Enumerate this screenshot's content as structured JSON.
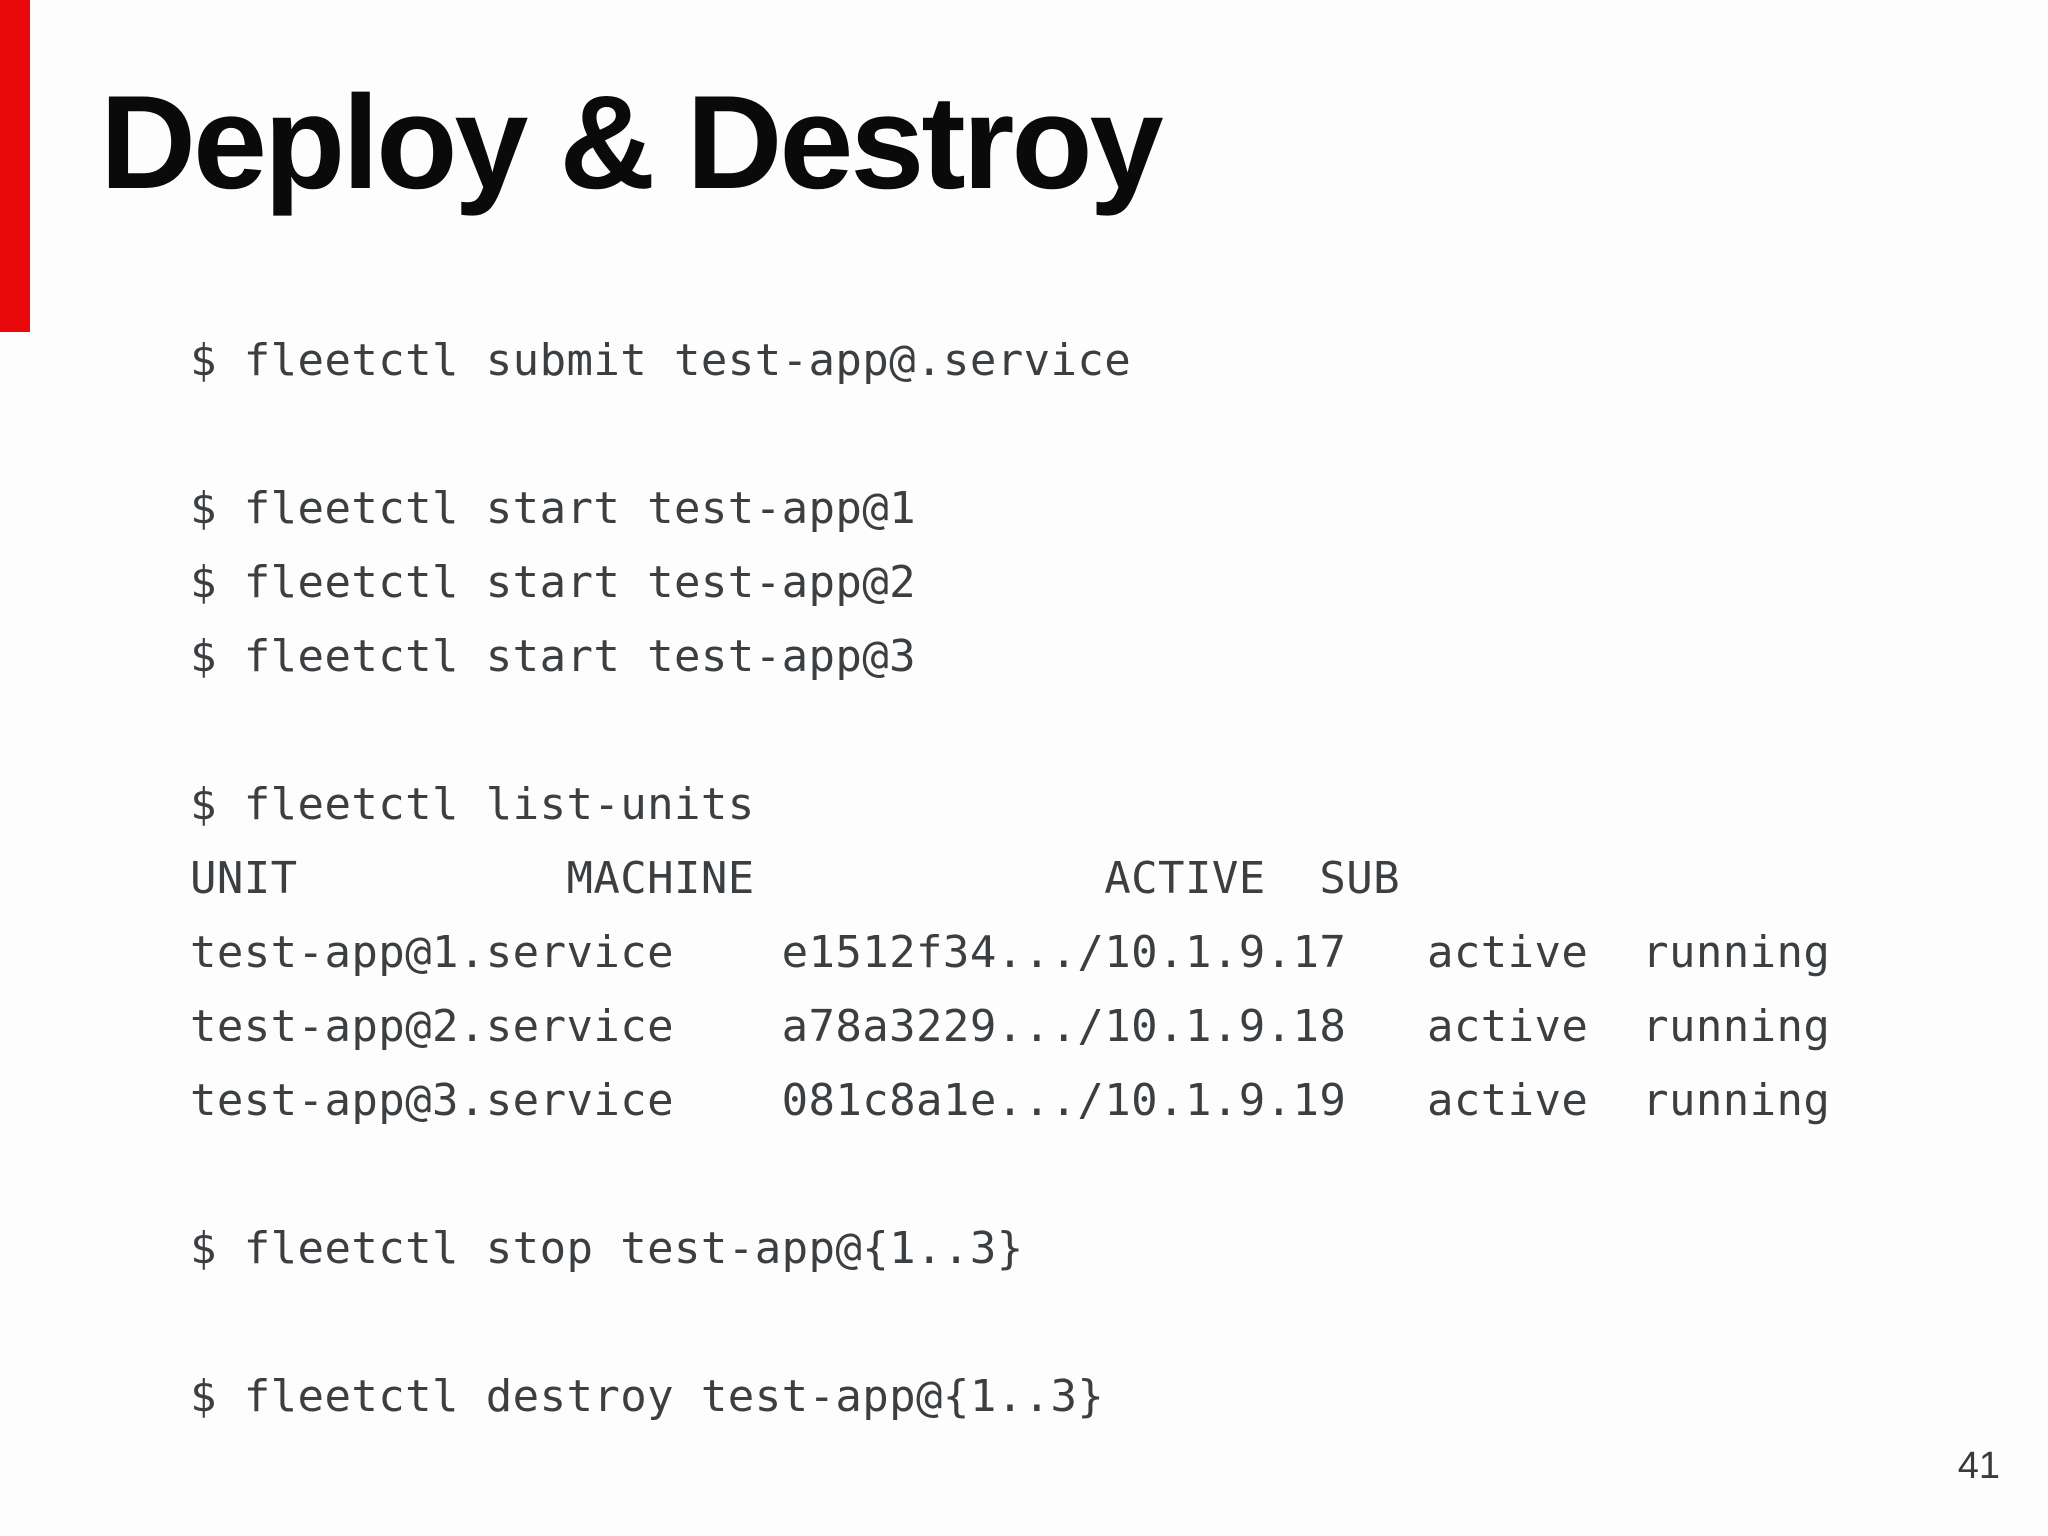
{
  "slide": {
    "title": "Deploy & Destroy",
    "page_number": "41",
    "colors": {
      "background": "#fdfdfd",
      "accent_bar": "#e8090d",
      "title_text": "#0a0a0a",
      "terminal_text": "#3b3f42",
      "page_number_text": "#3a3a3a"
    },
    "terminal": {
      "lines": [
        "$ fleetctl submit test-app@.service",
        "",
        "$ fleetctl start test-app@1",
        "$ fleetctl start test-app@2",
        "$ fleetctl start test-app@3",
        "",
        "$ fleetctl list-units",
        "UNIT          MACHINE             ACTIVE  SUB",
        "test-app@1.service    e1512f34.../10.1.9.17   active  running",
        "test-app@2.service    a78a3229.../10.1.9.18   active  running",
        "test-app@3.service    081c8a1e.../10.1.9.19   active  running",
        "",
        "$ fleetctl stop test-app@{1..3}",
        "",
        "$ fleetctl destroy test-app@{1..3}"
      ]
    }
  }
}
